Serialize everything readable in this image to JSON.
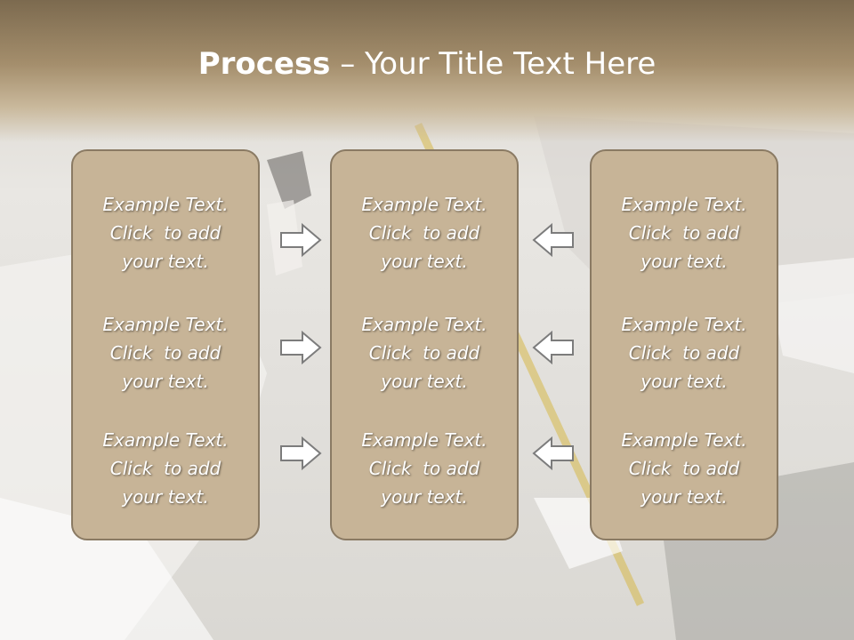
{
  "title": {
    "bold": "Process",
    "rest": " – Your Title Text Here"
  },
  "panels": [
    {
      "items": [
        {
          "line1": "Example Text.",
          "line2": "Click  to add",
          "line3": "your text."
        },
        {
          "line1": "Example Text.",
          "line2": "Click  to add",
          "line3": "your text."
        },
        {
          "line1": "Example Text.",
          "line2": "Click  to add",
          "line3": "your text."
        }
      ]
    },
    {
      "items": [
        {
          "line1": "Example Text.",
          "line2": "Click  to add",
          "line3": "your text."
        },
        {
          "line1": "Example Text.",
          "line2": "Click  to add",
          "line3": "your text."
        },
        {
          "line1": "Example Text.",
          "line2": "Click  to add",
          "line3": "your text."
        }
      ]
    },
    {
      "items": [
        {
          "line1": "Example Text.",
          "line2": "Click  to add",
          "line3": "your text."
        },
        {
          "line1": "Example Text.",
          "line2": "Click  to add",
          "line3": "your text."
        },
        {
          "line1": "Example Text.",
          "line2": "Click  to add",
          "line3": "your text."
        }
      ]
    }
  ],
  "arrows": {
    "left_column": "right-arrow-icon",
    "right_column": "left-arrow-icon"
  },
  "colors": {
    "panel_fill": "#c7b497",
    "panel_border": "#8a7a63",
    "title_band": "#7c6a4f"
  }
}
